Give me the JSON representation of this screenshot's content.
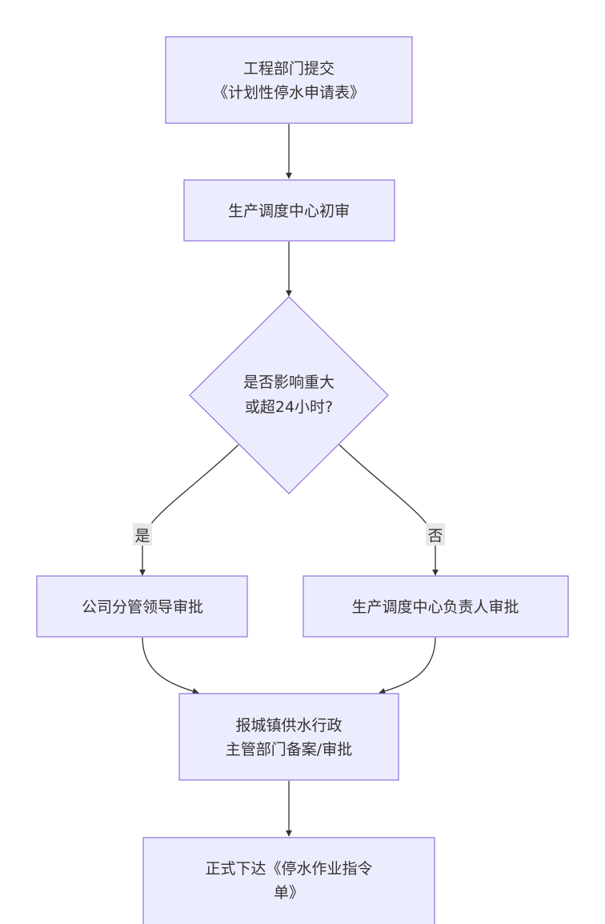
{
  "nodes": {
    "submit": {
      "line1": "工程部门提交",
      "line2": "《计划性停水申请表》"
    },
    "initial_review": {
      "line1": "生产调度中心初审"
    },
    "decision": {
      "line1": "是否影响重大",
      "line2": "或超24小时?"
    },
    "leader_approval": {
      "line1": "公司分管领导审批"
    },
    "center_head_approval": {
      "line1": "生产调度中心负责人审批"
    },
    "report_filing": {
      "line1": "报城镇供水行政",
      "line2": "主管部门备案/审批"
    },
    "issue_order": {
      "line1": "正式下达《停水作业指令",
      "line2": "单》"
    }
  },
  "edges": {
    "yes_label": "是",
    "no_label": "否"
  },
  "colors": {
    "node_fill": "#ececff",
    "node_stroke": "#9370db",
    "edge": "#333333",
    "text": "#333333",
    "edge_label_bg": "#e8e8e8"
  }
}
